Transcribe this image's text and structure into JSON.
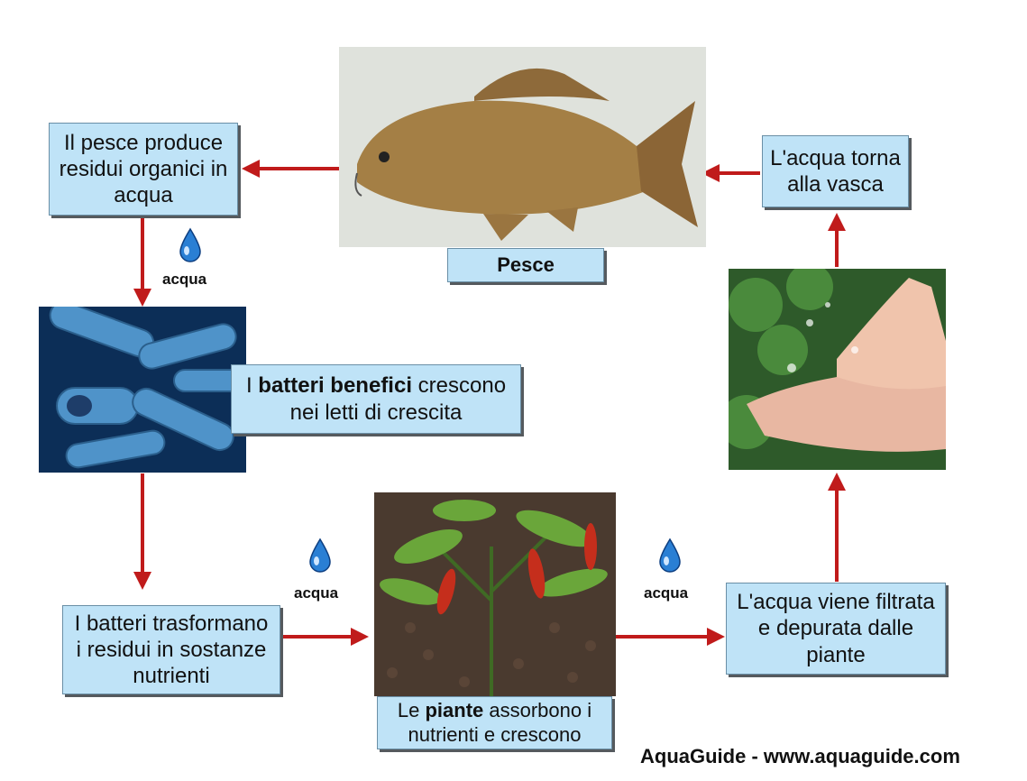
{
  "fish": {
    "label": "Pesce"
  },
  "boxes": {
    "fish_waste": "Il pesce produce residui organici in acqua",
    "bacteria": {
      "prefix": "I ",
      "bold": "batteri benefici",
      "suffix": " crescono nei letti di crescita"
    },
    "transform": "I batteri trasformano i residui in sostanze nutrienti",
    "plants": {
      "prefix": "Le ",
      "bold": "piante",
      "suffix": " assorbono i nutrienti e crescono"
    },
    "filtered": "L'acqua viene filtrata e depurata dalle piante",
    "returns": "L'acqua torna alla vasca"
  },
  "water_label": "acqua",
  "footer": "AquaGuide - www.aquaguide.com",
  "colors": {
    "box": "#bfe3f7",
    "arrow": "#c01b1b",
    "drop": "#2a7fd4"
  }
}
